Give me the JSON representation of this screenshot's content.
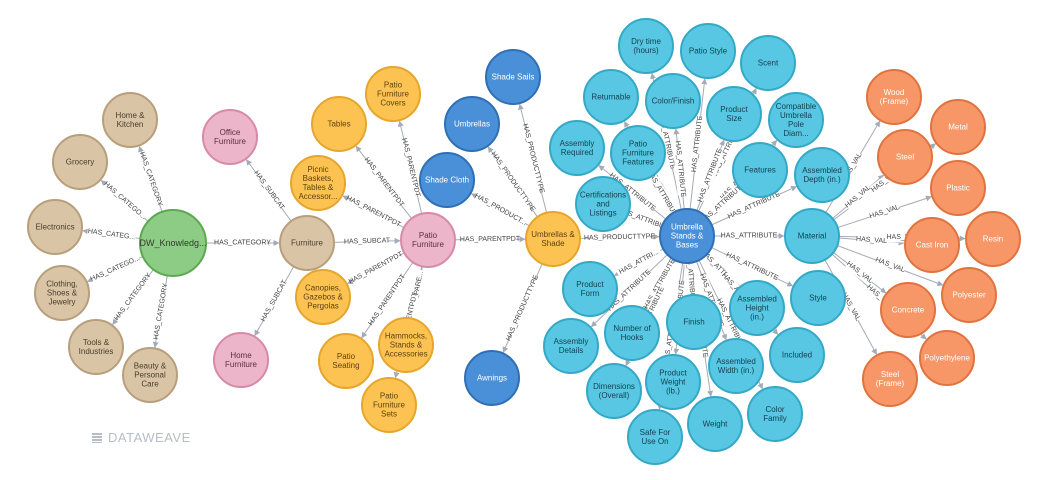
{
  "brand": {
    "icon": "dataweave-logo-icon",
    "text": "DATAWEAVE"
  },
  "colors": {
    "root": {
      "fill": "#8dcc85",
      "stroke": "#5ba94f",
      "text": "#2e3b2b"
    },
    "category": {
      "fill": "#d9c4a6",
      "stroke": "#b89f7c",
      "text": "#4b3d2c"
    },
    "pink": {
      "fill": "#ecb5c9",
      "stroke": "#d78aa7",
      "text": "#5b2e3e"
    },
    "yellow": {
      "fill": "#fdc352",
      "stroke": "#e6a52c",
      "text": "#5a4312"
    },
    "blue": {
      "fill": "#4a90d9",
      "stroke": "#2f6fb4",
      "text": "#ffffff"
    },
    "cyan": {
      "fill": "#57c7e3",
      "stroke": "#34a9c6",
      "text": "#16424f"
    },
    "orange": {
      "fill": "#f79767",
      "stroke": "#e0733f",
      "text": "#ffffff"
    },
    "edge": "#a5abb6",
    "label": "#444444"
  },
  "nodes": [
    {
      "id": "root",
      "label": "DW_Knowledg...",
      "group": "root"
    },
    {
      "id": "home_kitchen",
      "label": "Home & Kitchen",
      "group": "category"
    },
    {
      "id": "grocery",
      "label": "Grocery",
      "group": "category"
    },
    {
      "id": "electronics",
      "label": "Electronics",
      "group": "category"
    },
    {
      "id": "clothing",
      "label": "Clothing, Shoes & Jewelry",
      "group": "category"
    },
    {
      "id": "tools",
      "label": "Tools & Industries",
      "group": "category"
    },
    {
      "id": "beauty",
      "label": "Beauty & Personal Care",
      "group": "category"
    },
    {
      "id": "furniture",
      "label": "Furniture",
      "group": "category"
    },
    {
      "id": "office",
      "label": "Office Furniture",
      "group": "pink"
    },
    {
      "id": "home_furniture",
      "label": "Home Furniture",
      "group": "pink"
    },
    {
      "id": "patio_furniture",
      "label": "Patio Furniture",
      "group": "pink"
    },
    {
      "id": "tables",
      "label": "Tables",
      "group": "yellow"
    },
    {
      "id": "covers",
      "label": "Patio Furniture Covers",
      "group": "yellow"
    },
    {
      "id": "picnic",
      "label": "Picnic Baskets, Tables & Accessor...",
      "group": "yellow"
    },
    {
      "id": "canopies",
      "label": "Canopies, Gazebos & Pergolas",
      "group": "yellow"
    },
    {
      "id": "seating",
      "label": "Patio Seating",
      "group": "yellow"
    },
    {
      "id": "hammocks",
      "label": "Hammocks, Stands & Accessories",
      "group": "yellow"
    },
    {
      "id": "sets",
      "label": "Patio Furniture Sets",
      "group": "yellow"
    },
    {
      "id": "umb_shade",
      "label": "Umbrellas & Shade",
      "group": "yellow"
    },
    {
      "id": "shade_sails",
      "label": "Shade Sails",
      "group": "blue"
    },
    {
      "id": "umbrellas",
      "label": "Umbrellas",
      "group": "blue"
    },
    {
      "id": "shade_cloth",
      "label": "Shade Cloth",
      "group": "blue"
    },
    {
      "id": "awnings",
      "label": "Awnings",
      "group": "blue"
    },
    {
      "id": "usb",
      "label": "Umbrella Stands & Bases",
      "group": "blue"
    },
    {
      "id": "dry_time",
      "label": "Dry time (hours)",
      "group": "cyan"
    },
    {
      "id": "patio_style",
      "label": "Patio Style",
      "group": "cyan"
    },
    {
      "id": "scent",
      "label": "Scent",
      "group": "cyan"
    },
    {
      "id": "returnable",
      "label": "Returnable",
      "group": "cyan"
    },
    {
      "id": "color_finish",
      "label": "Color/Finish",
      "group": "cyan"
    },
    {
      "id": "product_size",
      "label": "Product Size",
      "group": "cyan"
    },
    {
      "id": "compatible",
      "label": "Compatible Umbrella Pole Diam...",
      "group": "cyan"
    },
    {
      "id": "assembly_req",
      "label": "Assembly Required",
      "group": "cyan"
    },
    {
      "id": "pf_features",
      "label": "Patio Furniture Features",
      "group": "cyan"
    },
    {
      "id": "features",
      "label": "Features",
      "group": "cyan"
    },
    {
      "id": "assembled_depth",
      "label": "Assembled Depth (in.)",
      "group": "cyan"
    },
    {
      "id": "certs",
      "label": "Certifications and Listings",
      "group": "cyan"
    },
    {
      "id": "material",
      "label": "Material",
      "group": "cyan"
    },
    {
      "id": "product_form",
      "label": "Product Form",
      "group": "cyan"
    },
    {
      "id": "style",
      "label": "Style",
      "group": "cyan"
    },
    {
      "id": "finish",
      "label": "Finish",
      "group": "cyan"
    },
    {
      "id": "assembled_height",
      "label": "Assembled Height (in.)",
      "group": "cyan"
    },
    {
      "id": "assembly_details",
      "label": "Assembly Details",
      "group": "cyan"
    },
    {
      "id": "num_hooks",
      "label": "Number of Hooks",
      "group": "cyan"
    },
    {
      "id": "included",
      "label": "Included",
      "group": "cyan"
    },
    {
      "id": "dimensions",
      "label": "Dimensions (Overall)",
      "group": "cyan"
    },
    {
      "id": "product_weight",
      "label": "Product Weight (lb.)",
      "group": "cyan"
    },
    {
      "id": "assembled_width",
      "label": "Assembled Width (in.)",
      "group": "cyan"
    },
    {
      "id": "color_family",
      "label": "Color Family",
      "group": "cyan"
    },
    {
      "id": "safe_for_use",
      "label": "Safe For Use On",
      "group": "cyan"
    },
    {
      "id": "weight",
      "label": "Weight",
      "group": "cyan"
    },
    {
      "id": "wood",
      "label": "Wood (Frame)",
      "group": "orange"
    },
    {
      "id": "metal",
      "label": "Metal",
      "group": "orange"
    },
    {
      "id": "steel",
      "label": "Steel",
      "group": "orange"
    },
    {
      "id": "plastic",
      "label": "Plastic",
      "group": "orange"
    },
    {
      "id": "cast_iron",
      "label": "Cast Iron",
      "group": "orange"
    },
    {
      "id": "resin",
      "label": "Resin",
      "group": "orange"
    },
    {
      "id": "polyester",
      "label": "Polyester",
      "group": "orange"
    },
    {
      "id": "concrete",
      "label": "Concrete",
      "group": "orange"
    },
    {
      "id": "polyethylene",
      "label": "Polyethylene",
      "group": "orange"
    },
    {
      "id": "steel_frame",
      "label": "Steel (Frame)",
      "group": "orange"
    }
  ],
  "edges": [
    {
      "from": "root",
      "to": "home_kitchen",
      "label": "HAS_CATEGORY"
    },
    {
      "from": "root",
      "to": "grocery",
      "label": "HAS_CATEGO..."
    },
    {
      "from": "root",
      "to": "electronics",
      "label": "HAS_CATEG..."
    },
    {
      "from": "root",
      "to": "clothing",
      "label": "HAS_CATEGO..."
    },
    {
      "from": "root",
      "to": "tools",
      "label": "HAS_CATEGORY"
    },
    {
      "from": "root",
      "to": "beauty",
      "label": "HAS_CATEGORY"
    },
    {
      "from": "root",
      "to": "furniture",
      "label": "HAS_CATEGORY"
    },
    {
      "from": "furniture",
      "to": "office",
      "label": "HAS_SUBCAT"
    },
    {
      "from": "furniture",
      "to": "home_furniture",
      "label": "HAS_SUBCAT"
    },
    {
      "from": "furniture",
      "to": "patio_furniture",
      "label": "HAS_SUBCAT"
    },
    {
      "from": "patio_furniture",
      "to": "tables",
      "label": "HAS_PARENTPDT"
    },
    {
      "from": "patio_furniture",
      "to": "covers",
      "label": "HAS_PARENTPDT"
    },
    {
      "from": "patio_furniture",
      "to": "picnic",
      "label": "HAS_PARENTPDT"
    },
    {
      "from": "patio_furniture",
      "to": "canopies",
      "label": "HAS_PARENTPDT"
    },
    {
      "from": "patio_furniture",
      "to": "seating",
      "label": "HAS_PARENTPDT"
    },
    {
      "from": "patio_furniture",
      "to": "hammocks",
      "label": "HAS_PARE..."
    },
    {
      "from": "patio_furniture",
      "to": "sets",
      "label": "HAS_PARENTPDT"
    },
    {
      "from": "patio_furniture",
      "to": "umb_shade",
      "label": "HAS_PARENTPDT"
    },
    {
      "from": "umb_shade",
      "to": "shade_sails",
      "label": "HAS_PRODUCTTYPE"
    },
    {
      "from": "umb_shade",
      "to": "umbrellas",
      "label": "HAS_PRODUCTTYPE"
    },
    {
      "from": "umb_shade",
      "to": "shade_cloth",
      "label": "HAS_PRODUCT..."
    },
    {
      "from": "umb_shade",
      "to": "awnings",
      "label": "HAS_PRODUCTTYPE"
    },
    {
      "from": "umb_shade",
      "to": "usb",
      "label": "HAS_PRODUCTTYPE"
    },
    {
      "from": "usb",
      "to": "dry_time",
      "label": "HAS_ATTRIBUTE"
    },
    {
      "from": "usb",
      "to": "patio_style",
      "label": "HAS_ATTRIBUTE"
    },
    {
      "from": "usb",
      "to": "scent",
      "label": "HAS_ATTRIBUTE"
    },
    {
      "from": "usb",
      "to": "returnable",
      "label": "HAS_ATTRIBUTE"
    },
    {
      "from": "usb",
      "to": "color_finish",
      "label": "HAS_ATTRIBUTE"
    },
    {
      "from": "usb",
      "to": "product_size",
      "label": "HAS_ATTRIBUTE"
    },
    {
      "from": "usb",
      "to": "compatible",
      "label": "HAS_ATTRIBUTE"
    },
    {
      "from": "usb",
      "to": "assembly_req",
      "label": "HAS_ATTRIBUTE"
    },
    {
      "from": "usb",
      "to": "pf_features",
      "label": "HAS_ATTRIBUTE"
    },
    {
      "from": "usb",
      "to": "features",
      "label": "HAS_ATTRIBUTE"
    },
    {
      "from": "usb",
      "to": "assembled_depth",
      "label": "HAS_ATTRIBUTE"
    },
    {
      "from": "usb",
      "to": "certs",
      "label": "HAS_ATTRIBUTE"
    },
    {
      "from": "usb",
      "to": "material",
      "label": "HAS_ATTRIBUTE"
    },
    {
      "from": "usb",
      "to": "product_form",
      "label": "HAS_ATTRI..."
    },
    {
      "from": "usb",
      "to": "style",
      "label": "HAS_ATTRIBUTE"
    },
    {
      "from": "usb",
      "to": "finish",
      "label": "HAS_ATTRIBUTE"
    },
    {
      "from": "usb",
      "to": "assembled_height",
      "label": "HAS_ATTRIBUTE"
    },
    {
      "from": "usb",
      "to": "assembly_details",
      "label": "HAS_ATTRIBUTE"
    },
    {
      "from": "usb",
      "to": "num_hooks",
      "label": "HAS_ATTRIBUTE"
    },
    {
      "from": "usb",
      "to": "included",
      "label": "HAS_ATTRIBUTE"
    },
    {
      "from": "usb",
      "to": "dimensions",
      "label": "HAS_ATTRIBUTE"
    },
    {
      "from": "usb",
      "to": "product_weight",
      "label": "HAS_ATTRIBUTE"
    },
    {
      "from": "usb",
      "to": "assembled_width",
      "label": "HAS_ATTRIBUTE"
    },
    {
      "from": "usb",
      "to": "color_family",
      "label": "HAS_ATTRIBUTE"
    },
    {
      "from": "usb",
      "to": "safe_for_use",
      "label": "HAS_ATTRIBUTE"
    },
    {
      "from": "usb",
      "to": "weight",
      "label": "HAS_ATTRIBUTE"
    },
    {
      "from": "material",
      "to": "wood",
      "label": "HAS_VAL"
    },
    {
      "from": "material",
      "to": "metal",
      "label": "HAS_VAL"
    },
    {
      "from": "material",
      "to": "steel",
      "label": "HAS_VAL"
    },
    {
      "from": "material",
      "to": "plastic",
      "label": "HAS_VAL"
    },
    {
      "from": "material",
      "to": "cast_iron",
      "label": "HAS_VAL"
    },
    {
      "from": "material",
      "to": "resin",
      "label": "HAS_VAL"
    },
    {
      "from": "material",
      "to": "polyester",
      "label": "HAS_VAL"
    },
    {
      "from": "material",
      "to": "concrete",
      "label": "HAS_VAL"
    },
    {
      "from": "material",
      "to": "polyethylene",
      "label": "HAS_VAL"
    },
    {
      "from": "material",
      "to": "steel_frame",
      "label": "HAS_VAL"
    }
  ]
}
